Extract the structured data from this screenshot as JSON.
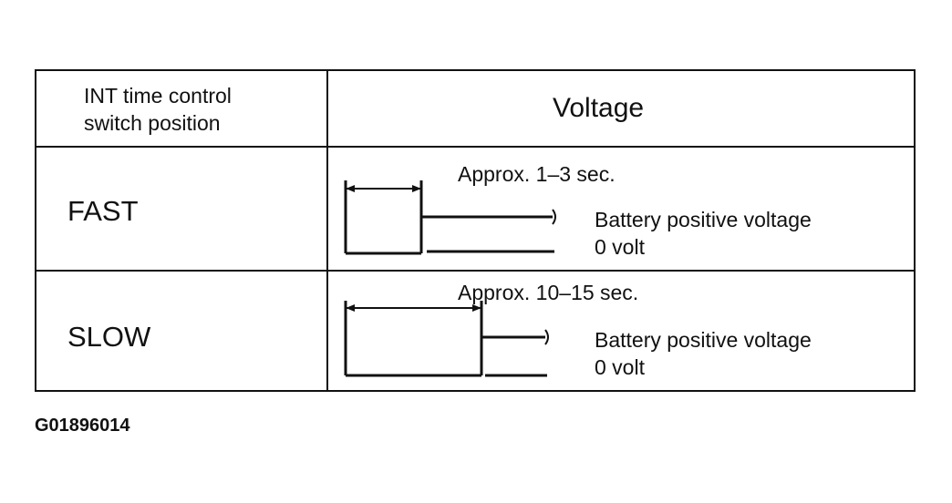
{
  "table": {
    "header": {
      "switch_position_line1": "INT time control",
      "switch_position_line2": "switch position",
      "voltage": "Voltage"
    },
    "rows": [
      {
        "mode": "FAST",
        "interval": "Approx. 1–3 sec.",
        "high_label": "Battery positive voltage",
        "low_label": "0 volt"
      },
      {
        "mode": "SLOW",
        "interval": "Approx. 10–15 sec.",
        "high_label": "Battery positive voltage",
        "low_label": "0 volt"
      }
    ]
  },
  "figure_id": "G01896014"
}
